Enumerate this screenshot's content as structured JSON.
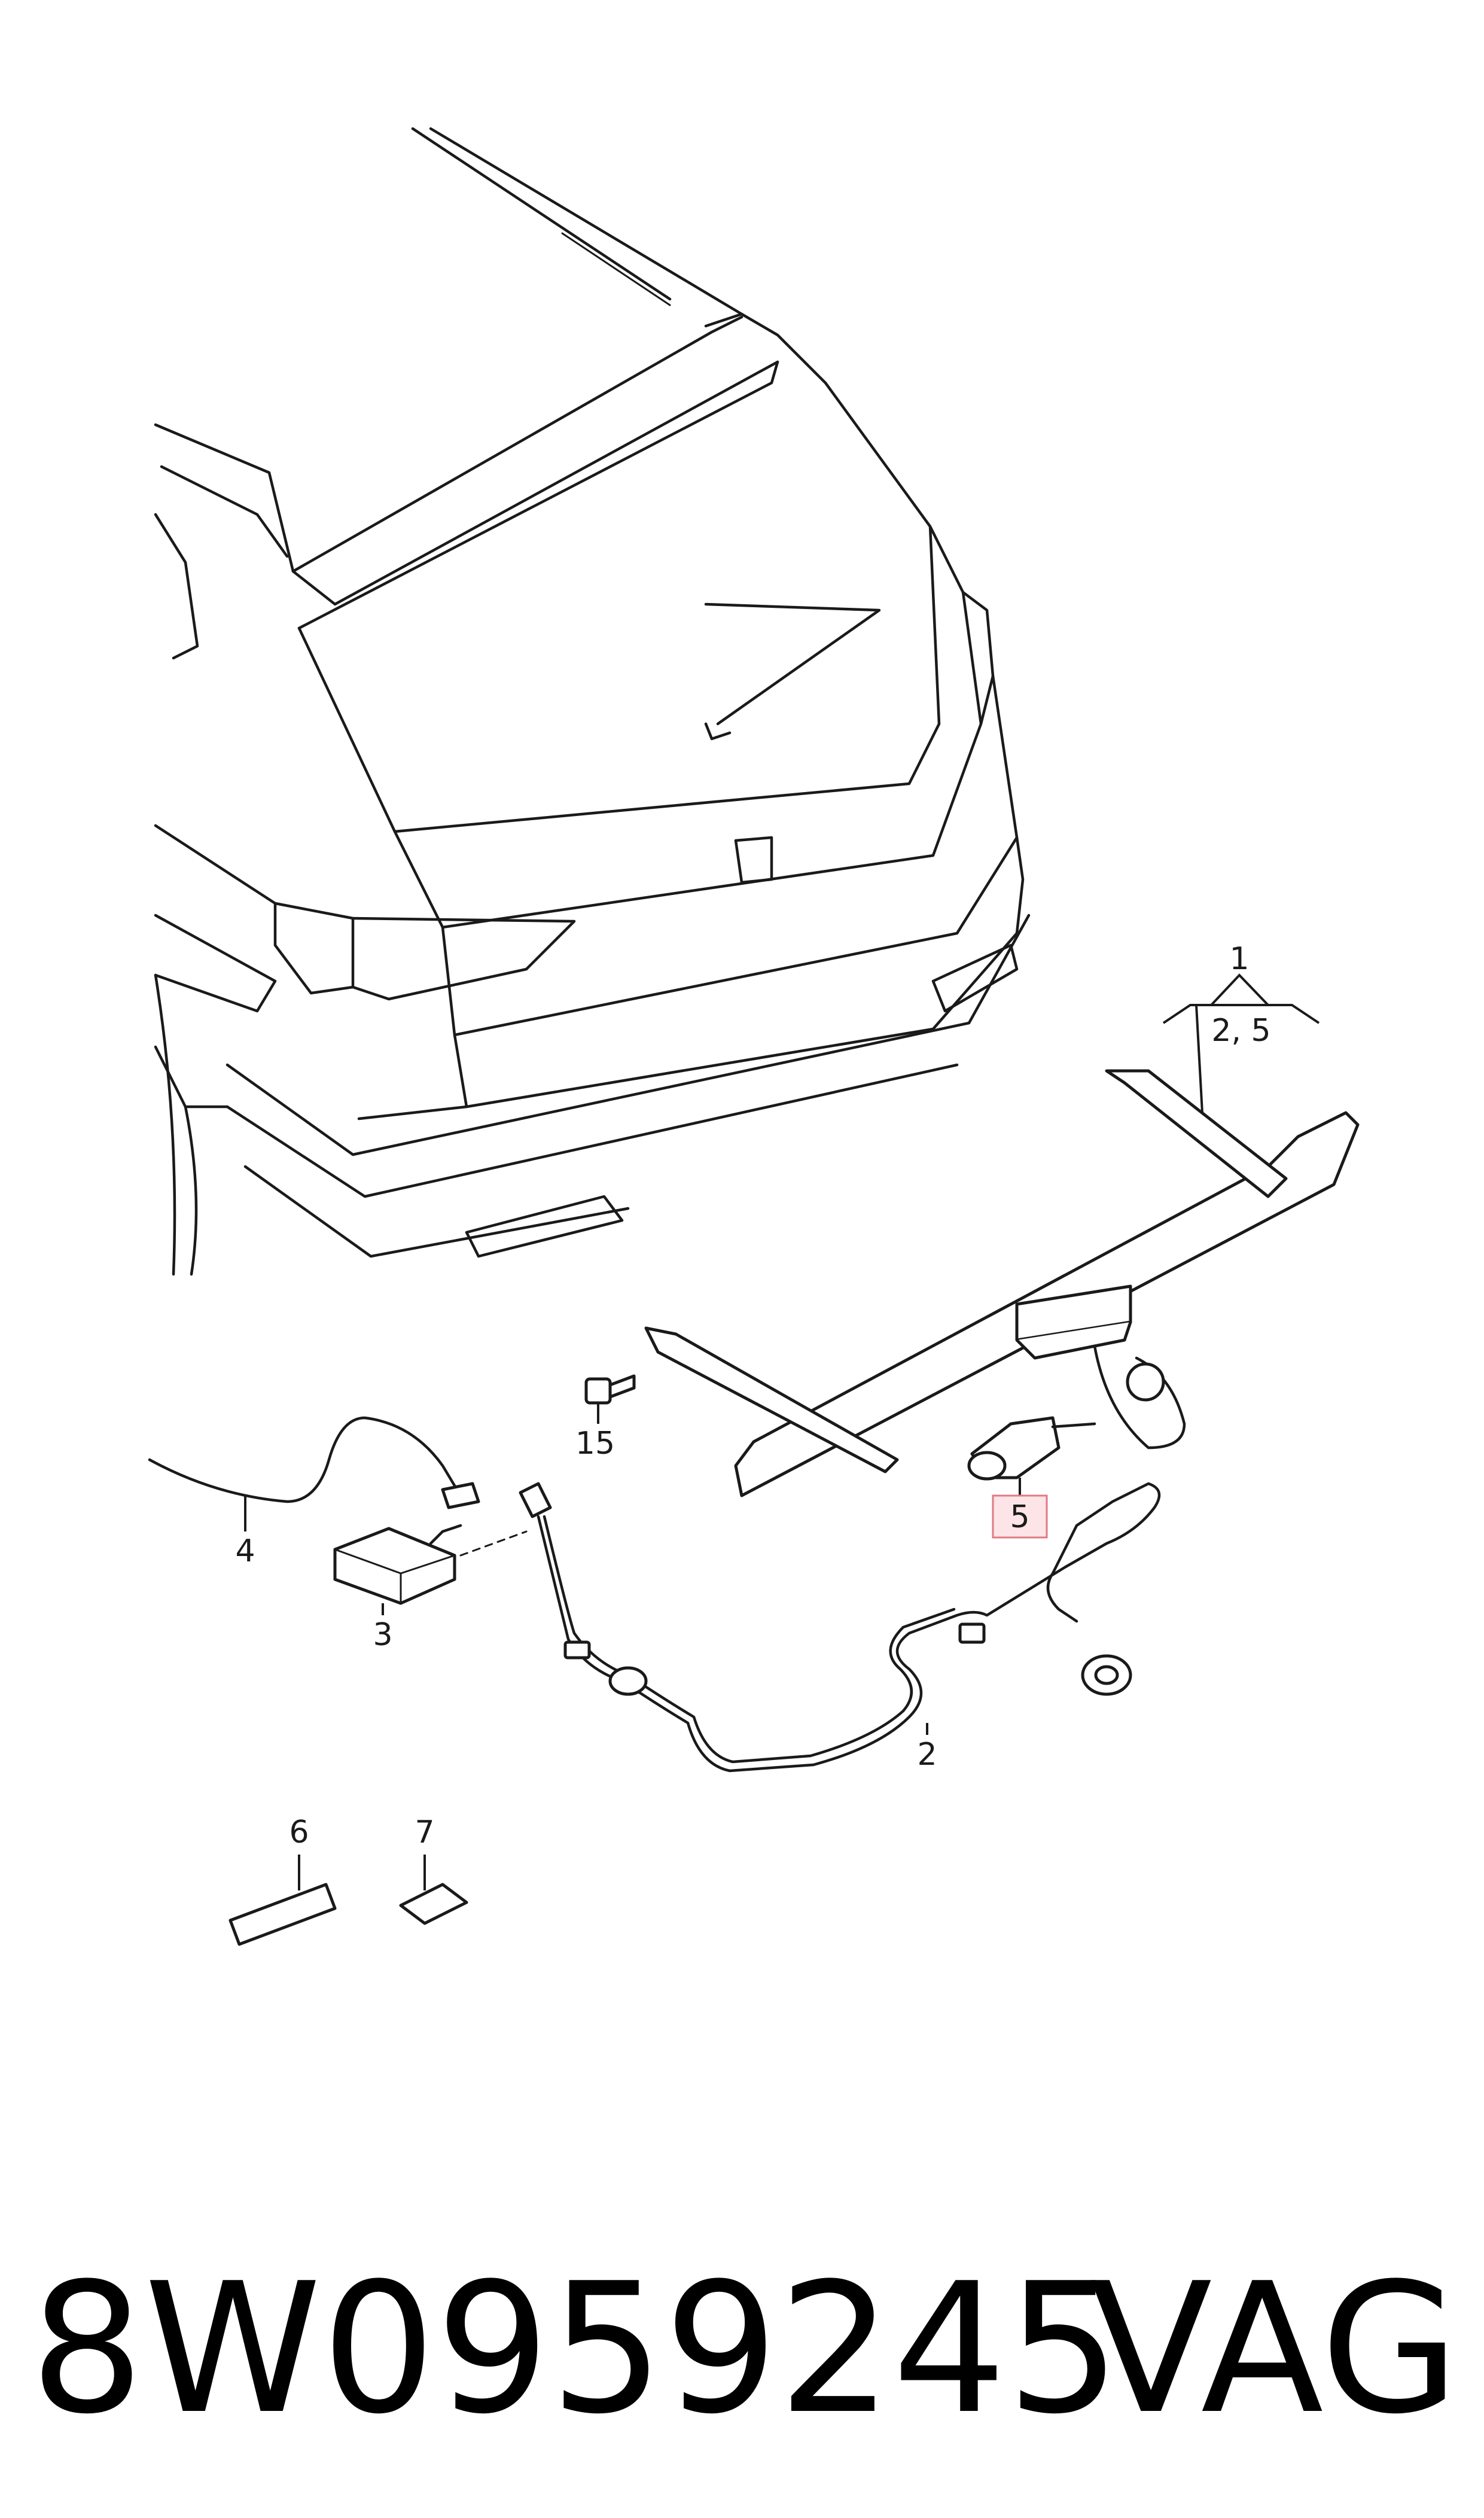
{
  "callouts": {
    "c1": "1",
    "c1_sub": "2, 5",
    "c2": "2",
    "c3": "3",
    "c4": "4",
    "c5": "5",
    "c6": "6",
    "c7": "7",
    "c15": "15"
  },
  "highlighted_callout": "5",
  "highlight_color": "#fde4e6",
  "footer": {
    "part_number": "8W0959245",
    "brand": "VAG"
  }
}
